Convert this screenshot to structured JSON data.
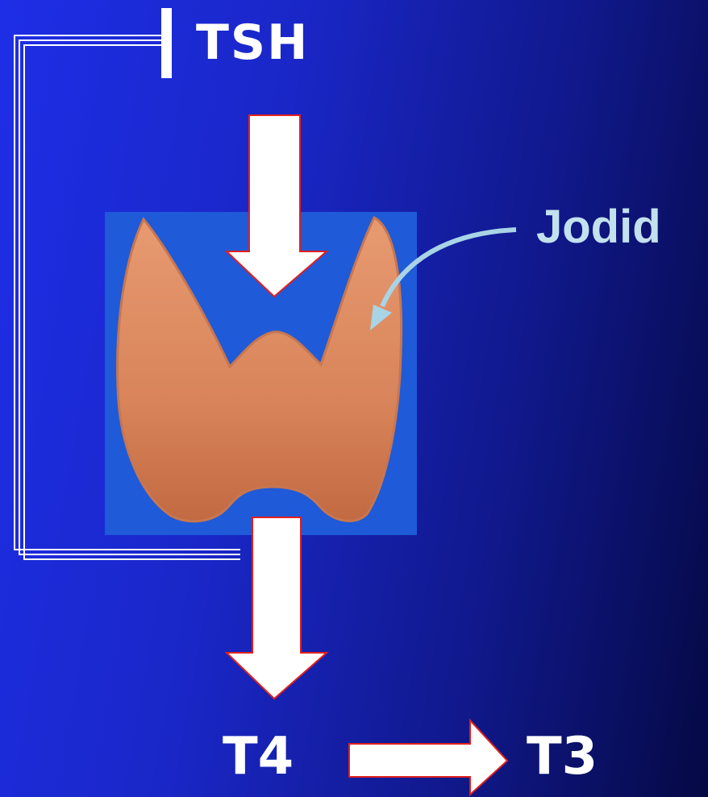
{
  "labels": {
    "tsh": "TSH",
    "jodid": "Jodid",
    "t4": "T4",
    "t3": "T3"
  },
  "colors": {
    "arrow_fill": "#ffffff",
    "arrow_outline": "#e02020",
    "jodid_arrow": "#a9d4e6",
    "gland_box": "#1f5ad8",
    "gland_tissue": "#d9845a"
  },
  "icons": {
    "gland": "thyroid-gland-icon"
  }
}
